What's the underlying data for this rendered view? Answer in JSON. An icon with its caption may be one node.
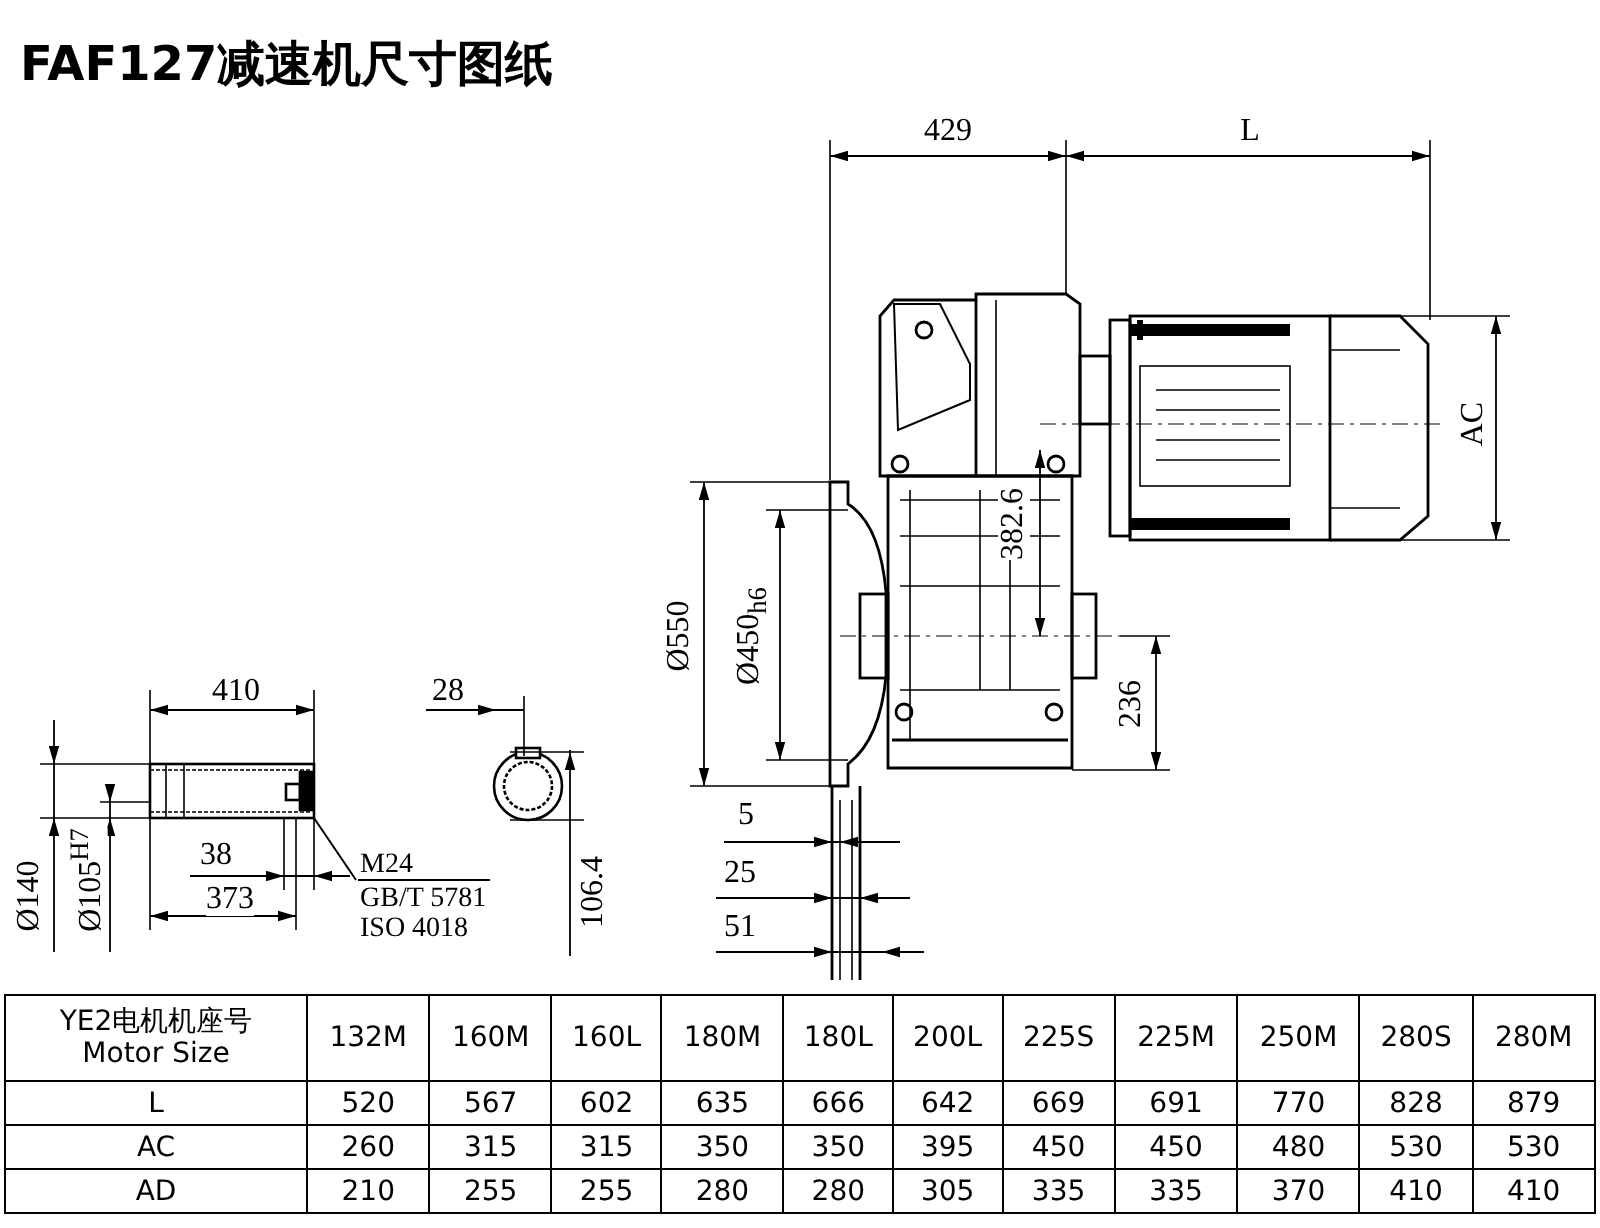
{
  "diagram": {
    "title": "FAF127减速机尺寸图纸",
    "nodes": [
      {
        "text": [
          "M24",
          "GB/T 5781",
          "ISO 4018"
        ]
      },
      {
        "text": [],
        "shape": "picture"
      }
    ],
    "edges": [
      {
        "from": 0,
        "to": 1,
        "arrow": "none"
      }
    ],
    "labels": [
      "429",
      "L",
      "AC",
      "382.6",
      "Ø550",
      "Ø450$_{h6}$",
      "236",
      "5",
      "25",
      "51",
      "410",
      "28",
      "Ø140",
      "Ø105$^{H7}$",
      "38",
      "373",
      "106.4",
      "YE2电机机座号 Motor Size",
      "132M",
      "160M",
      "160L",
      "180M",
      "180L",
      "200L",
      "225S",
      "225M",
      "250M",
      "280S",
      "280M",
      "L",
      "520",
      "567",
      "602",
      "635",
      "666",
      "642",
      "669",
      "691",
      "770",
      "828",
      "879",
      "AC",
      "260",
      "315",
      "315",
      "350",
      "350",
      "395",
      "450",
      "450",
      "480",
      "530",
      "530",
      "AD",
      "210",
      "255",
      "255",
      "280",
      "280",
      "305",
      "335",
      "335",
      "370",
      "410",
      "410"
    ]
  }
}
